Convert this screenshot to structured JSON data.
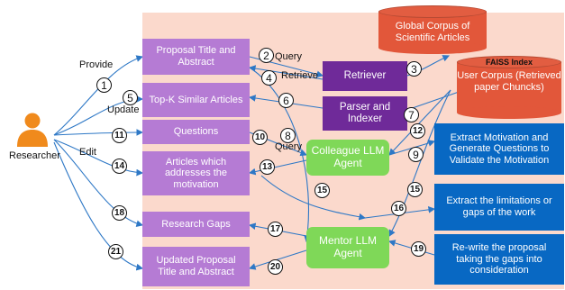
{
  "actor": {
    "label": "Researcher"
  },
  "boxes": {
    "proposal": "Proposal Title and Abstract",
    "topk": "Top-K Similar Articles",
    "questions": "Questions",
    "articles_motivation": "Articles which addresses  the motivation",
    "research_gaps": "Research Gaps",
    "updated_proposal": "Updated Proposal Title and Abstract",
    "retriever": "Retriever",
    "parser": "Parser and Indexer",
    "colleague": "Colleague LLM Agent",
    "mentor": "Mentor LLM Agent",
    "extract_motivation": "Extract Motivation and Generate Questions to Validate the Motivation",
    "extract_limitations": "Extract the limitations or gaps of the work",
    "rewrite": "Re-write the proposal taking the gaps into consideration"
  },
  "databases": {
    "global": "Global Corpus of Scientific Articles",
    "faiss_label": "FAISS Index",
    "user": "User Corpus (Retrieved paper Chuncks)"
  },
  "edge_labels": {
    "provide": "Provide",
    "update": "Update",
    "edit": "Edit",
    "query1": "Query",
    "retrieve": "Retrieve",
    "query2": "Query"
  },
  "steps": [
    "1",
    "2",
    "3",
    "4",
    "5",
    "6",
    "7",
    "8",
    "9",
    "10",
    "11",
    "12",
    "13",
    "14",
    "15",
    "15",
    "16",
    "17",
    "18",
    "19",
    "20",
    "21"
  ],
  "colors": {
    "panel": "#fbd9cc",
    "lavender": "#b57bd4",
    "purple": "#6f2a99",
    "green": "#7fd858",
    "blue": "#0868c3",
    "db_red": "#e2573a",
    "person": "#f08a1c",
    "arrow": "#2e78c6"
  }
}
